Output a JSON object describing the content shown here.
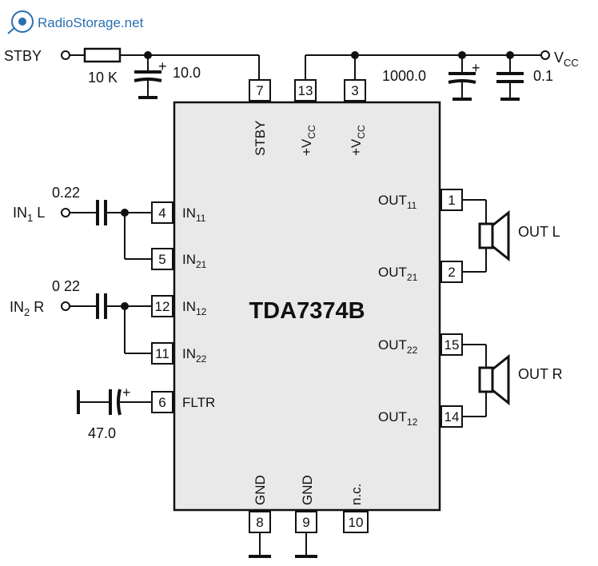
{
  "watermark": {
    "text": "RadioStorage.net",
    "logo_color": "#2a6fb0"
  },
  "chip": {
    "name": "TDA7374B"
  },
  "external": {
    "stby": "STBY",
    "vcc": "V",
    "vcc_sub": "CC",
    "in1": "IN",
    "in1_sub": "1",
    "in1_suffix": " L",
    "in2": "IN",
    "in2_sub": "2",
    "in2_suffix": " R",
    "out_l": "OUT L",
    "out_r": "OUT R"
  },
  "components": {
    "r_stby": "10 K",
    "c_stby": "10.0",
    "c_vcc_big": "1000.0",
    "c_vcc_small": "0.1",
    "c_in1": "0.22",
    "c_in2": "0 22",
    "c_fltr": "47.0",
    "polarity": "+"
  },
  "pins": {
    "p7": "7",
    "p13": "13",
    "p3": "3",
    "p4": "4",
    "p5": "5",
    "p12": "12",
    "p11": "11",
    "p6": "6",
    "p1": "1",
    "p2": "2",
    "p15": "15",
    "p14": "14",
    "p8": "8",
    "p9": "9",
    "p10": "10"
  },
  "pin_labels": {
    "stby": "STBY",
    "vcc_a": "+V",
    "vcc_a_sub": "CC",
    "vcc_b": "+V",
    "vcc_b_sub": "CC",
    "in11": "IN",
    "in11_sub": "11",
    "in21": "IN",
    "in21_sub": "21",
    "in12": "IN",
    "in12_sub": "12",
    "in22": "IN",
    "in22_sub": "22",
    "fltr": "FLTR",
    "out11": "OUT",
    "out11_sub": "11",
    "out21": "OUT",
    "out21_sub": "21",
    "out22": "OUT",
    "out22_sub": "22",
    "out12": "OUT",
    "out12_sub": "12",
    "gnd_a": "GND",
    "gnd_b": "GND",
    "nc": "n.c."
  }
}
